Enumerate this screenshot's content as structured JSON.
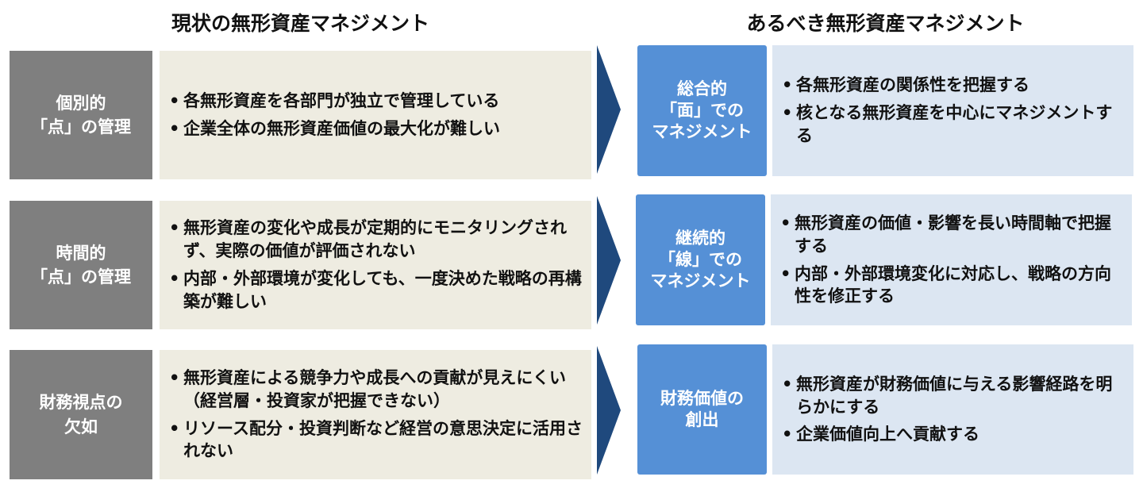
{
  "left_header": "現状の無形資産マネジメント",
  "right_header": "あるべき無形資産マネジメント",
  "rows": [
    {
      "current_label": "個別的\n「点」の管理",
      "current_points": [
        "各無形資産を各部門が独立で管理している",
        "企業全体の無形資産価値の最大化が難しい"
      ],
      "ideal_label": "総合的\n「面」での\nマネジメント",
      "ideal_points": [
        "各無形資産の関係性を把握する",
        "核となる無形資産を中心にマネジメントする"
      ]
    },
    {
      "current_label": "時間的\n「点」の管理",
      "current_points": [
        "無形資産の変化や成長が定期的にモニタリングされず、実際の価値が評価されない",
        "内部・外部環境が変化しても、一度決めた戦略の再構築が難しい"
      ],
      "ideal_label": "継続的\n「線」での\nマネジメント",
      "ideal_points": [
        "無形資産の価値・影響を長い時間軸で把握する",
        "内部・外部環境変化に対応し、戦略の方向性を修正する"
      ]
    },
    {
      "current_label": "財務視点の\n欠如",
      "current_points": [
        "無形資産による競争力や成長への貢献が見えにくい（経営層・投資家が把握できない）",
        "リソース配分・投資判断など経営の意思決定に活用されない"
      ],
      "ideal_label": "財務価値の\n創出",
      "ideal_points": [
        "無形資産が財務価値に与える影響経路を明らかにする",
        "企業価値向上へ貢献する"
      ]
    }
  ]
}
